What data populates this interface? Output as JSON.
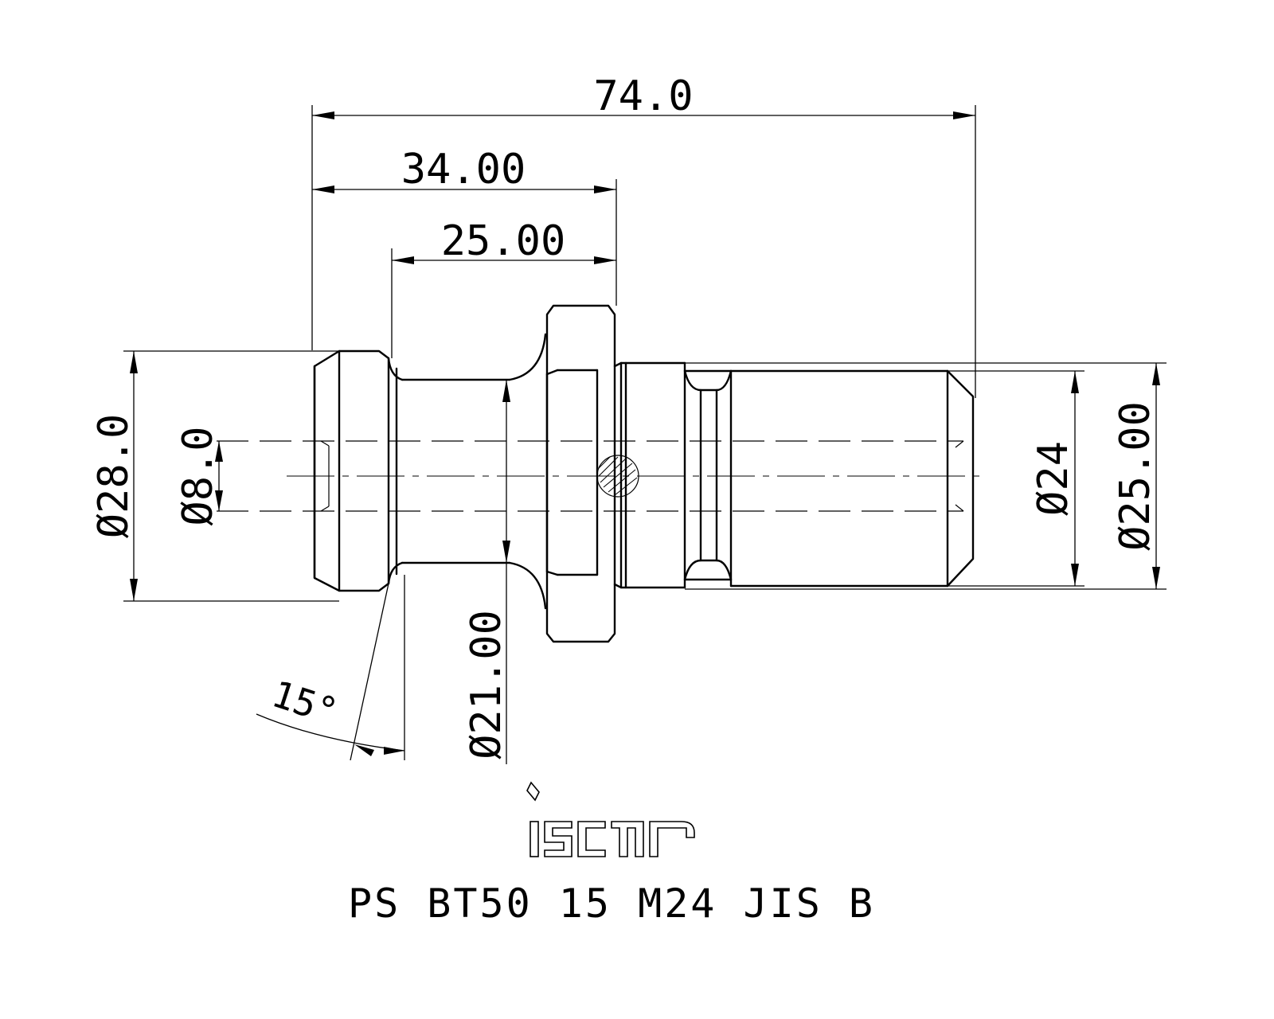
{
  "drawing": {
    "dimensions": {
      "overall_length": "74.0",
      "length_34": "34.00",
      "length_25": "25.00",
      "dia_28": "Ø28.0",
      "dia_8": "Ø8.0",
      "dia_21": "Ø21.00",
      "dia_24": "Ø24",
      "dia_25": "Ø25.00",
      "angle": "15°"
    },
    "logo_text": "iscar",
    "part_name": "PS BT50 15 M24 JIS B"
  }
}
